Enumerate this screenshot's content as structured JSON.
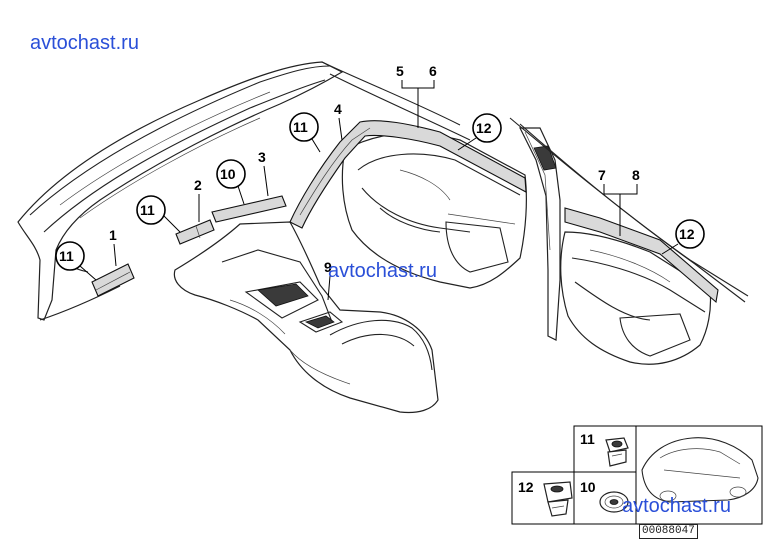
{
  "watermarks": [
    "avtochast.ru",
    "avtochast.ru",
    "avtochast.ru"
  ],
  "callouts": {
    "c1": "1",
    "c2": "2",
    "c3": "3",
    "c4": "4",
    "c5": "5",
    "c6": "6",
    "c7": "7",
    "c8": "8",
    "c9": "9",
    "c10a": "10",
    "c11a": "11",
    "c11b": "11",
    "c11c": "11",
    "c12a": "12",
    "c12b": "12"
  },
  "legend": {
    "l11": "11",
    "l12": "12",
    "l10": "10"
  },
  "part_number": "00088047"
}
